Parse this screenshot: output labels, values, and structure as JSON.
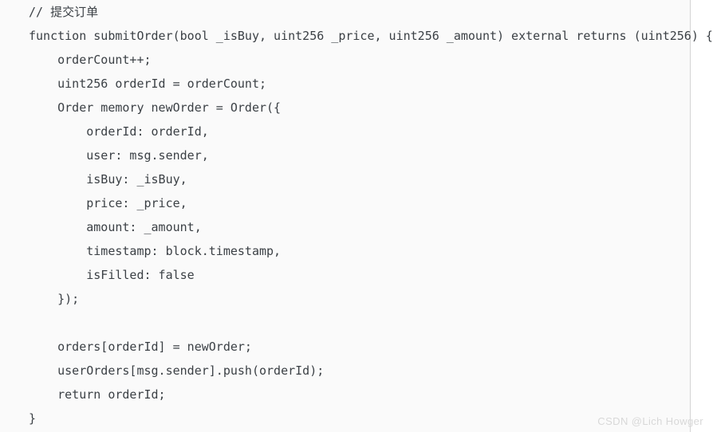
{
  "code_block": {
    "language": "solidity",
    "background_color": "#fafafa",
    "text_color": "#3b4045",
    "border_color": "#d4d4d4",
    "lines": [
      "// 提交订单",
      "function submitOrder(bool _isBuy, uint256 _price, uint256 _amount) external returns (uint256) {",
      "    orderCount++;",
      "    uint256 orderId = orderCount;",
      "    Order memory newOrder = Order({",
      "        orderId: orderId,",
      "        user: msg.sender,",
      "        isBuy: _isBuy,",
      "        price: _price,",
      "        amount: _amount,",
      "        timestamp: block.timestamp,",
      "        isFilled: false",
      "    });",
      "",
      "    orders[orderId] = newOrder;",
      "    userOrders[msg.sender].push(orderId);",
      "    return orderId;",
      "}"
    ]
  },
  "watermark": {
    "text": "CSDN @Lich Howger",
    "color": "#d8d8d8"
  }
}
